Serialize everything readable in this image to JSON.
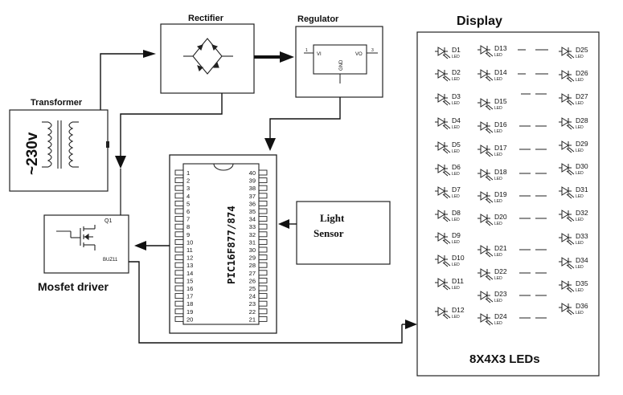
{
  "blocks": {
    "transformer": {
      "title": "Transformer",
      "voltage": "~230v"
    },
    "rectifier": {
      "title": "Rectifier"
    },
    "regulator": {
      "title": "Regulator",
      "pin_vi": "VI",
      "pin_vo": "VO",
      "pin_gnd": "GND",
      "pin1": "1",
      "pin3": "3"
    },
    "microcontroller": {
      "name": "PIC16F877/874",
      "left_pins": [
        "1",
        "2",
        "3",
        "4",
        "5",
        "6",
        "7",
        "8",
        "9",
        "10",
        "11",
        "12",
        "13",
        "14",
        "15",
        "16",
        "17",
        "18",
        "19",
        "20"
      ],
      "right_pins": [
        "40",
        "39",
        "38",
        "37",
        "36",
        "35",
        "34",
        "33",
        "32",
        "31",
        "30",
        "29",
        "28",
        "27",
        "26",
        "25",
        "24",
        "23",
        "22",
        "21"
      ]
    },
    "light_sensor": {
      "line1": "Light",
      "line2": "Sensor"
    },
    "mosfet": {
      "title": "Mosfet driver",
      "ref": "Q1",
      "part": "BUZ11"
    },
    "display": {
      "title": "Display",
      "caption": "8X4X3 LEDs",
      "led_sub": "LED"
    }
  },
  "leds": {
    "col1": [
      "D1",
      "D2",
      "D3",
      "D4",
      "D5",
      "D6",
      "D7",
      "D8",
      "D9",
      "D10",
      "D11",
      "D12"
    ],
    "col2": [
      "D13",
      "D14",
      "D15",
      "D16",
      "D17",
      "D18",
      "D19",
      "D20",
      "D21",
      "D22",
      "D23",
      "D24"
    ],
    "col3": [
      "D25",
      "D26",
      "D27",
      "D28",
      "D29",
      "D30",
      "D31",
      "D32",
      "D33",
      "D34",
      "D35",
      "D36"
    ]
  }
}
